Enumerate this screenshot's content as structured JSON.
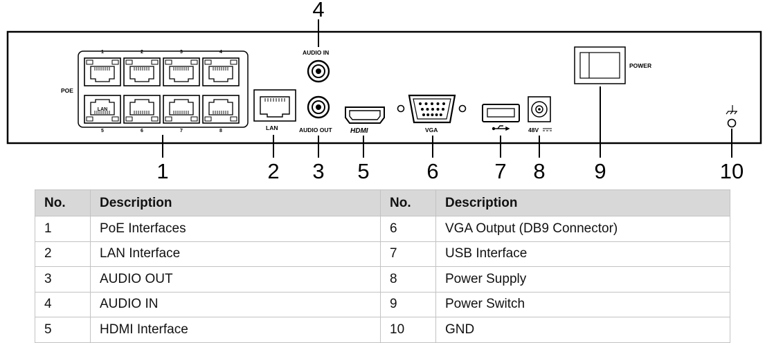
{
  "panel": {
    "poe_label": "POE",
    "poe_port_numbers": [
      "1",
      "2",
      "3",
      "4",
      "5",
      "6",
      "7",
      "8"
    ],
    "poe_port_tag": "LAN",
    "lan_label": "LAN",
    "audio_in_label": "AUDIO IN",
    "audio_out_label": "AUDIO OUT",
    "hdmi_label": "HDMI",
    "vga_label": "VGA",
    "power_supply_label": "48V",
    "power_label": "POWER"
  },
  "callouts": [
    "1",
    "2",
    "3",
    "4",
    "5",
    "6",
    "7",
    "8",
    "9",
    "10"
  ],
  "table": {
    "headers": [
      "No.",
      "Description",
      "No.",
      "Description"
    ],
    "rows": [
      {
        "no1": "1",
        "desc1": "PoE Interfaces",
        "no2": "6",
        "desc2": "VGA Output (DB9 Connector)"
      },
      {
        "no1": "2",
        "desc1": "LAN Interface",
        "no2": "7",
        "desc2": "USB Interface"
      },
      {
        "no1": "3",
        "desc1": "AUDIO OUT",
        "no2": "8",
        "desc2": "Power Supply"
      },
      {
        "no1": "4",
        "desc1": "AUDIO IN",
        "no2": "9",
        "desc2": "Power Switch"
      },
      {
        "no1": "5",
        "desc1": "HDMI Interface",
        "no2": "10",
        "desc2": "GND"
      }
    ]
  },
  "colors": {
    "line": "#000000",
    "table_header_bg": "#d8d8d8",
    "table_border": "#c2c2c2"
  }
}
